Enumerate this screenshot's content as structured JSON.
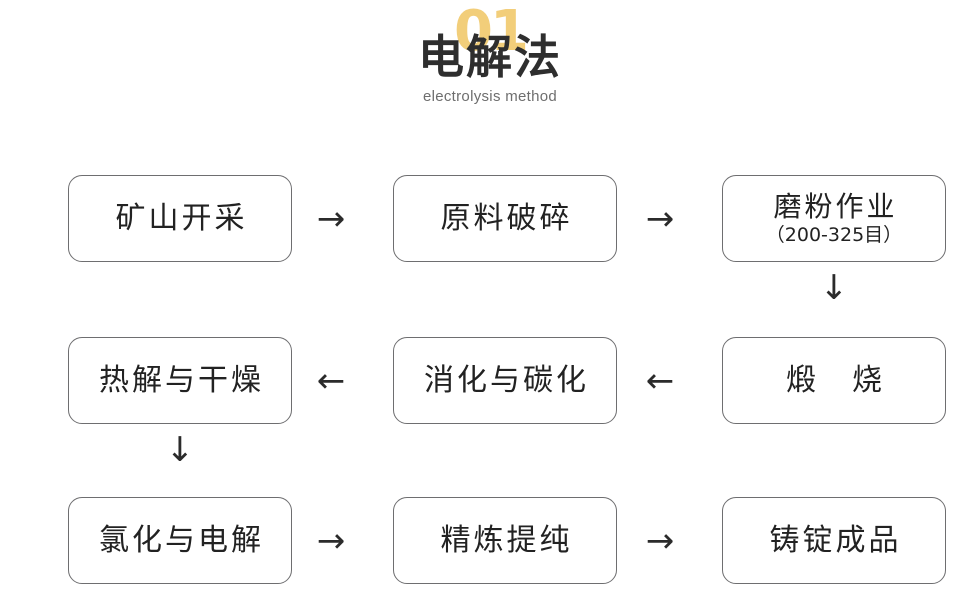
{
  "header": {
    "number": "01",
    "title_cn": "电解法",
    "subtitle_en": "electrolysis method",
    "number_color": "#F2CE7A",
    "title_color": "#2E2E2E",
    "subtitle_color": "#6E6E6E"
  },
  "chart_data": {
    "type": "diagram",
    "diagram_kind": "flowchart",
    "title": "电解法 / electrolysis method",
    "layout": "3-column boustrophedon (serpentine) grid, 3 rows",
    "border_color": "#6E6E70",
    "text_color": "#222222",
    "nodes": [
      {
        "id": "n1",
        "label": "矿山开采",
        "sub": "",
        "row": 1,
        "col": 1,
        "order": 1
      },
      {
        "id": "n2",
        "label": "原料破碎",
        "sub": "",
        "row": 1,
        "col": 2,
        "order": 2
      },
      {
        "id": "n3",
        "label": "磨粉作业",
        "sub": "（200-325目）",
        "row": 1,
        "col": 3,
        "order": 3
      },
      {
        "id": "n4",
        "label": "煅　烧",
        "sub": "",
        "row": 2,
        "col": 3,
        "order": 4
      },
      {
        "id": "n5",
        "label": "消化与碳化",
        "sub": "",
        "row": 2,
        "col": 2,
        "order": 5
      },
      {
        "id": "n6",
        "label": "热解与干燥",
        "sub": "",
        "row": 2,
        "col": 1,
        "order": 6
      },
      {
        "id": "n7",
        "label": "氯化与电解",
        "sub": "",
        "row": 3,
        "col": 1,
        "order": 7
      },
      {
        "id": "n8",
        "label": "精炼提纯",
        "sub": "",
        "row": 3,
        "col": 2,
        "order": 8
      },
      {
        "id": "n9",
        "label": "铸锭成品",
        "sub": "",
        "row": 3,
        "col": 3,
        "order": 9
      }
    ],
    "edges": [
      {
        "from": "n1",
        "to": "n2",
        "glyph": "→",
        "direction": "right"
      },
      {
        "from": "n2",
        "to": "n3",
        "glyph": "→",
        "direction": "right"
      },
      {
        "from": "n3",
        "to": "n4",
        "glyph": "↓",
        "direction": "down"
      },
      {
        "from": "n4",
        "to": "n5",
        "glyph": "←",
        "direction": "left"
      },
      {
        "from": "n5",
        "to": "n6",
        "glyph": "←",
        "direction": "left"
      },
      {
        "from": "n6",
        "to": "n7",
        "glyph": "↓",
        "direction": "down"
      },
      {
        "from": "n7",
        "to": "n8",
        "glyph": "→",
        "direction": "right"
      },
      {
        "from": "n8",
        "to": "n9",
        "glyph": "→",
        "direction": "right"
      }
    ]
  }
}
